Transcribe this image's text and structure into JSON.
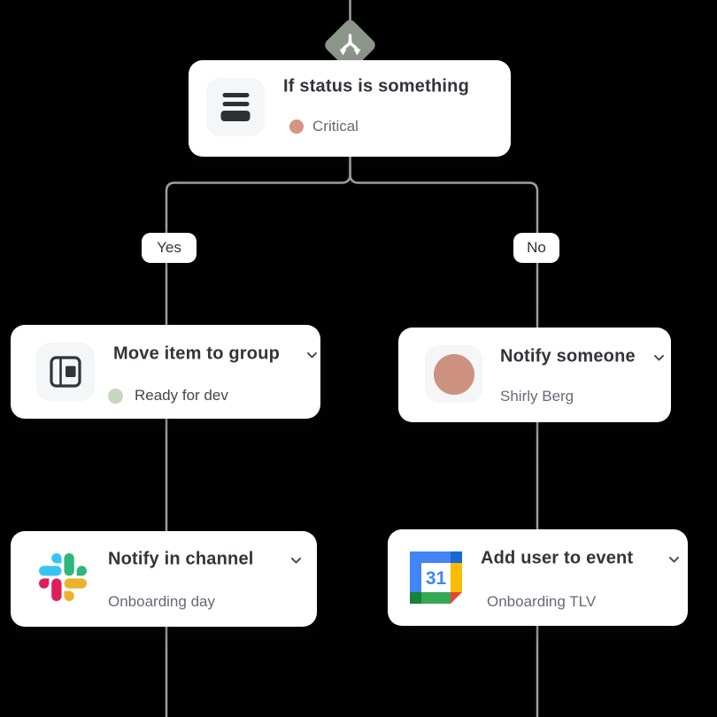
{
  "canvas": {
    "background": "#000000",
    "connector_color": "#9aa39b",
    "diamond_color": "#8b958a"
  },
  "trigger_node": {
    "icon": "status-board-icon",
    "title": "If status is something",
    "status_label": "Critical",
    "status_color": "#d79384"
  },
  "branch_labels": {
    "yes": "Yes",
    "no": "No"
  },
  "action_nodes": {
    "move_item": {
      "icon": "layout-group-icon",
      "title": "Move item to group",
      "value": "Ready for dev",
      "dot_color": "#c5d7bf"
    },
    "notify_someone": {
      "icon": "person-avatar",
      "title": "Notify someone",
      "value": "Shirly Berg",
      "avatar_color": "#cd9180"
    },
    "notify_channel": {
      "icon": "slack-logo-icon",
      "title": "Notify in channel",
      "value": "Onboarding day"
    },
    "add_user_to_event": {
      "icon": "google-calendar-icon",
      "title": "Add user to event",
      "value": "Onboarding TLV"
    }
  },
  "icons": {
    "branch_split": "branch-split-icon",
    "dropdown": "chevron-down-icon",
    "slack": {
      "blue": "#36C5F0",
      "green": "#2EB67D",
      "red": "#E01E5A",
      "yellow": "#ECB22C"
    },
    "google_calendar": {
      "blue": "#4285F4",
      "dark_blue": "#1967D2",
      "yellow": "#FBBC04",
      "green": "#34A853",
      "dark_green": "#188038",
      "red": "#EA4335",
      "day": "31"
    }
  }
}
